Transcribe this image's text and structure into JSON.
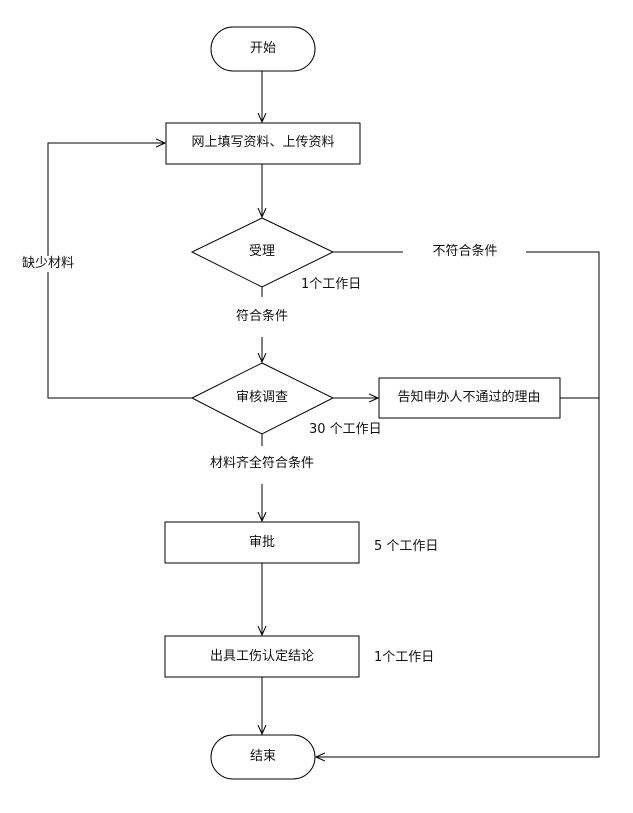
{
  "nodes": {
    "start": "开始",
    "fill": "网上填写资料、上传资料",
    "accept": "受理",
    "review": "审核调查",
    "notify": "告知申办人不通过的理由",
    "approve": "审批",
    "conclusion": "出具工伤认定结论",
    "end": "结束"
  },
  "labels": {
    "missing": "缺少材料",
    "not_eligible": "不符合条件",
    "eligible": "符合条件",
    "complete": "材料齐全符合条件",
    "days_accept": "1个工作日",
    "days_review": "30 个工作日",
    "days_approve": "5 个工作日",
    "days_conclusion": "1个工作日"
  },
  "colors": {
    "line": "#000000",
    "fill": "#ffffff"
  }
}
